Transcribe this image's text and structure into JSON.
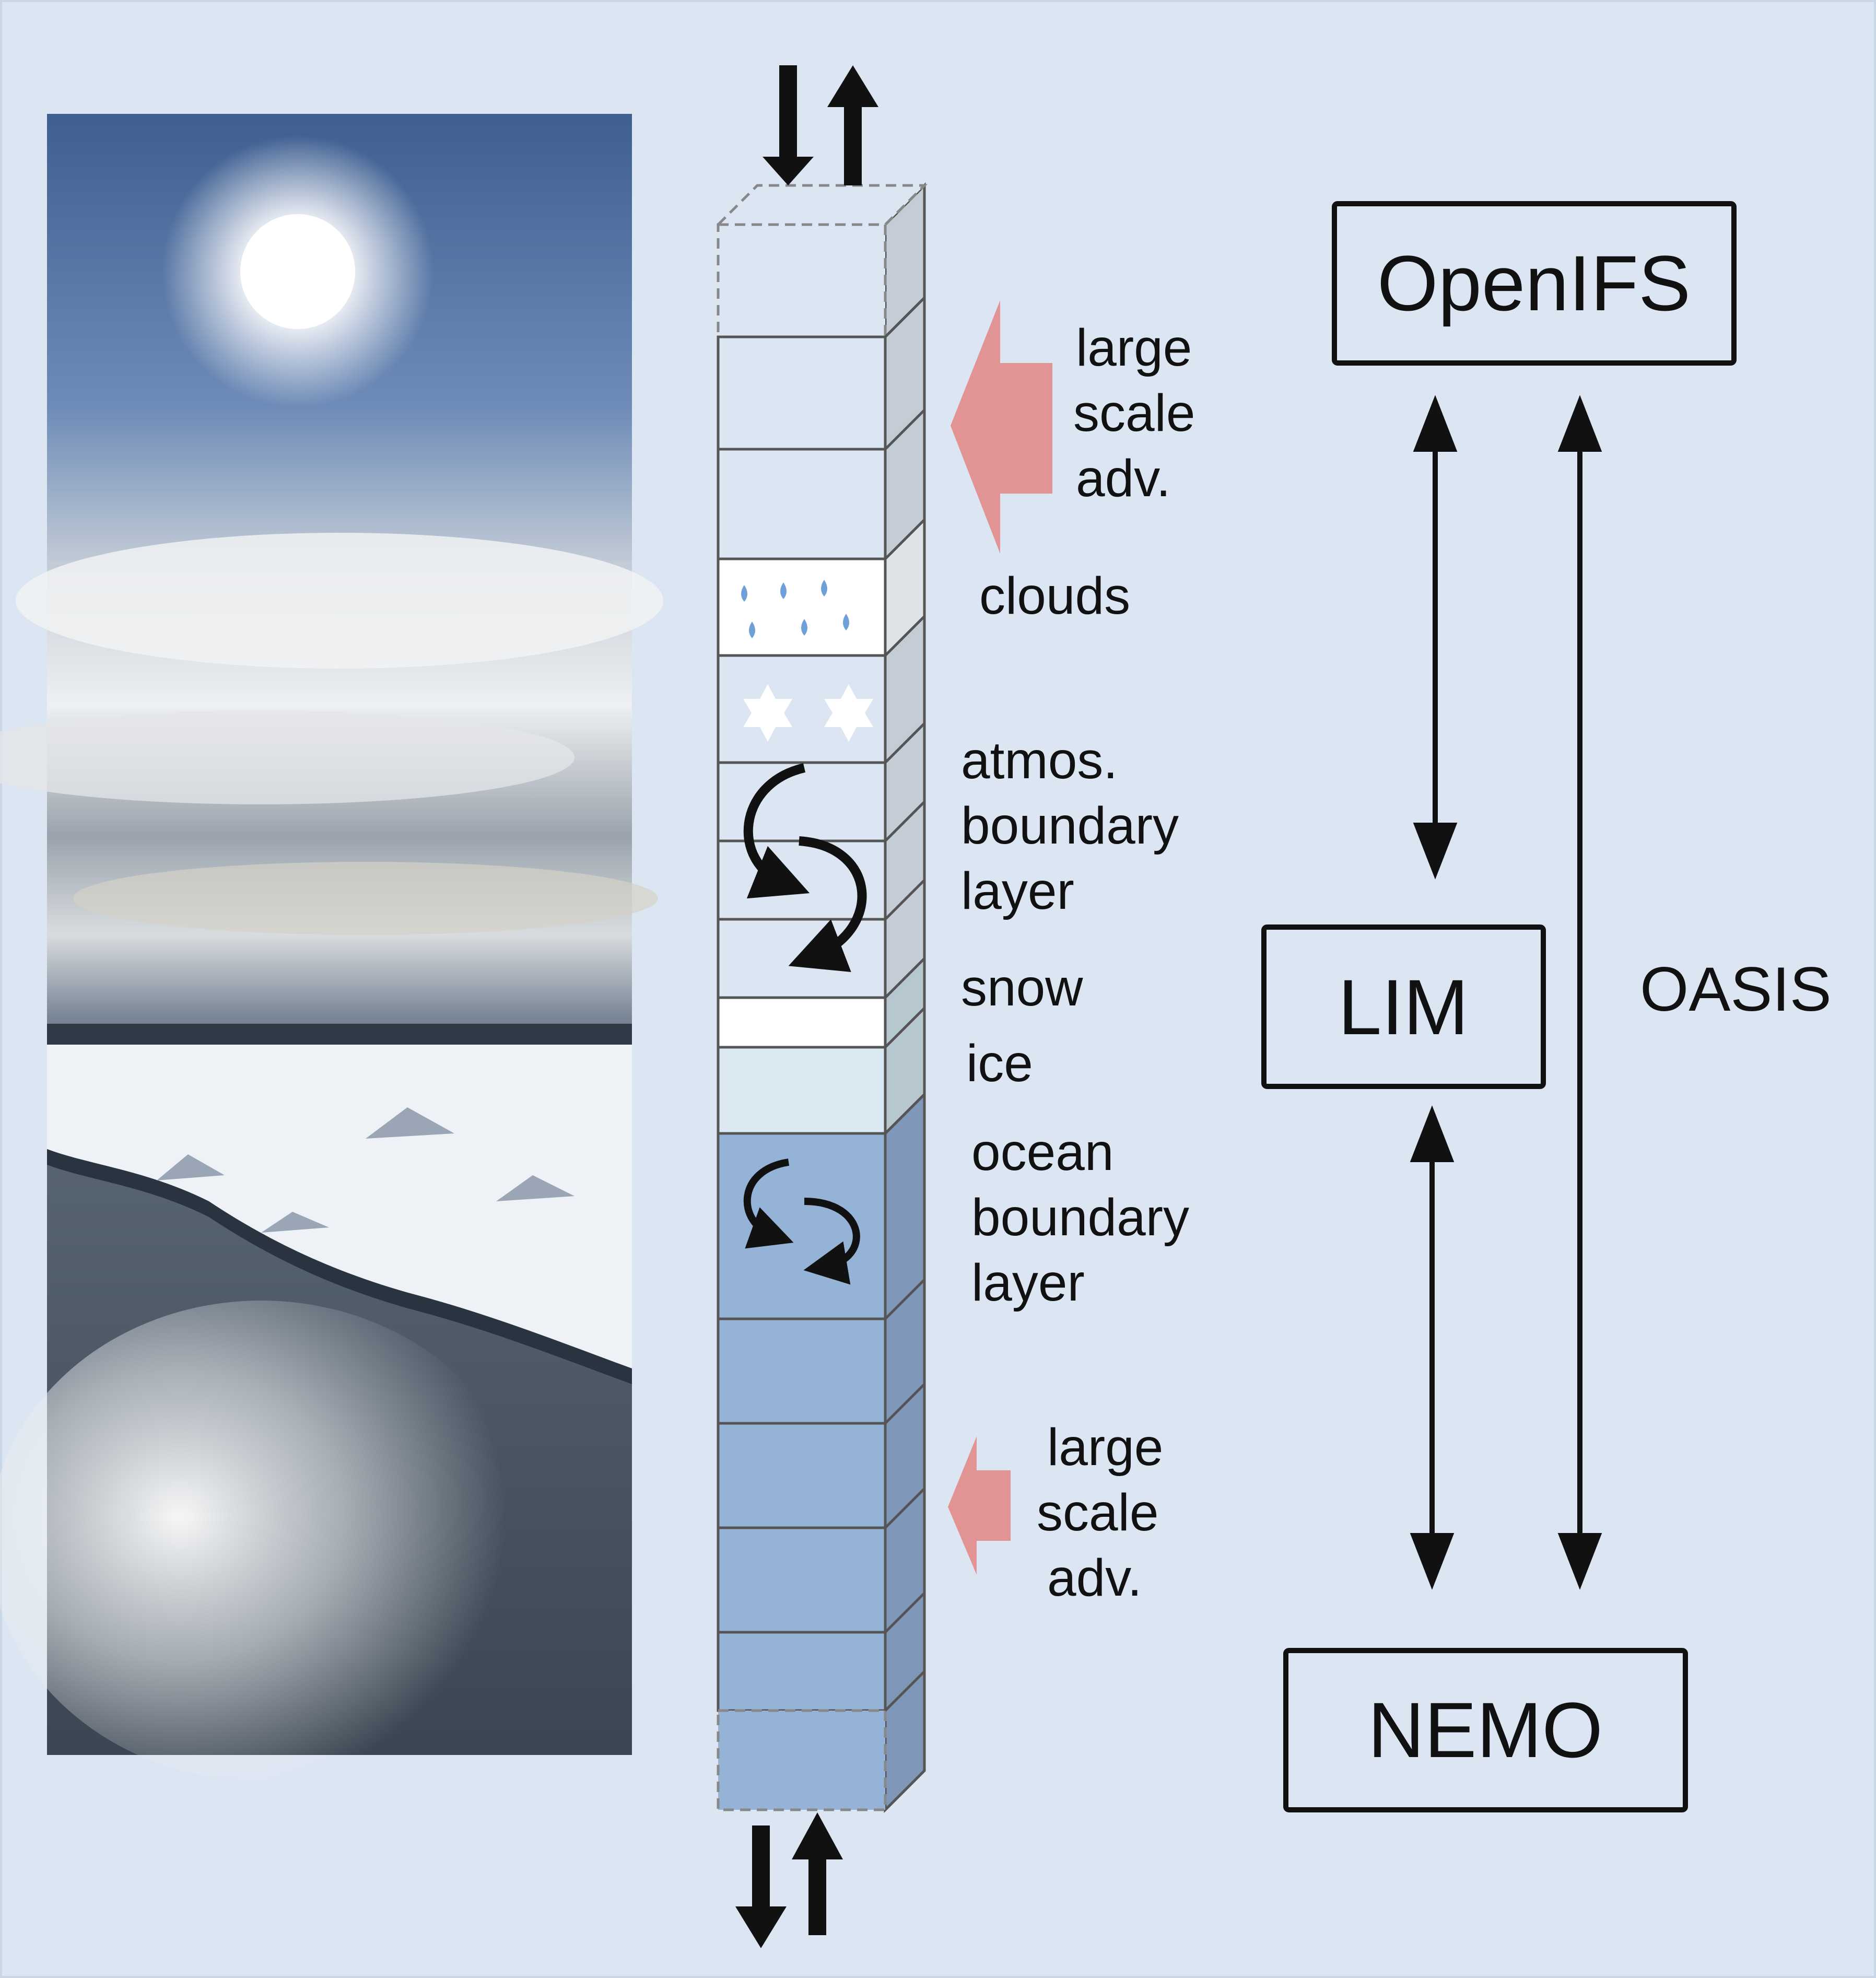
{
  "models": {
    "openifs": "OpenIFS",
    "lim": "LIM",
    "nemo": "NEMO",
    "coupler": "OASIS"
  },
  "column_labels": {
    "large_scale_adv_top": [
      "large",
      "scale",
      "adv."
    ],
    "clouds": "clouds",
    "atmos_boundary_layer": [
      "atmos.",
      "boundary",
      "layer"
    ],
    "snow": "snow",
    "ice": "ice",
    "ocean_boundary_layer": [
      "ocean",
      "boundary",
      "layer"
    ],
    "large_scale_adv_bottom": [
      "large",
      "scale",
      "adv."
    ]
  },
  "colors": {
    "background": "#dce6f2",
    "atmosphere_cell": "#dce6f2",
    "cloud_cell": "#ffffff",
    "snow_cell": "#ffffff",
    "ice_cell": "#dbeaf2",
    "ocean_cell": "#95b3d7",
    "advection_arrow": "#e29393",
    "droplet": "#6e9fd6"
  }
}
